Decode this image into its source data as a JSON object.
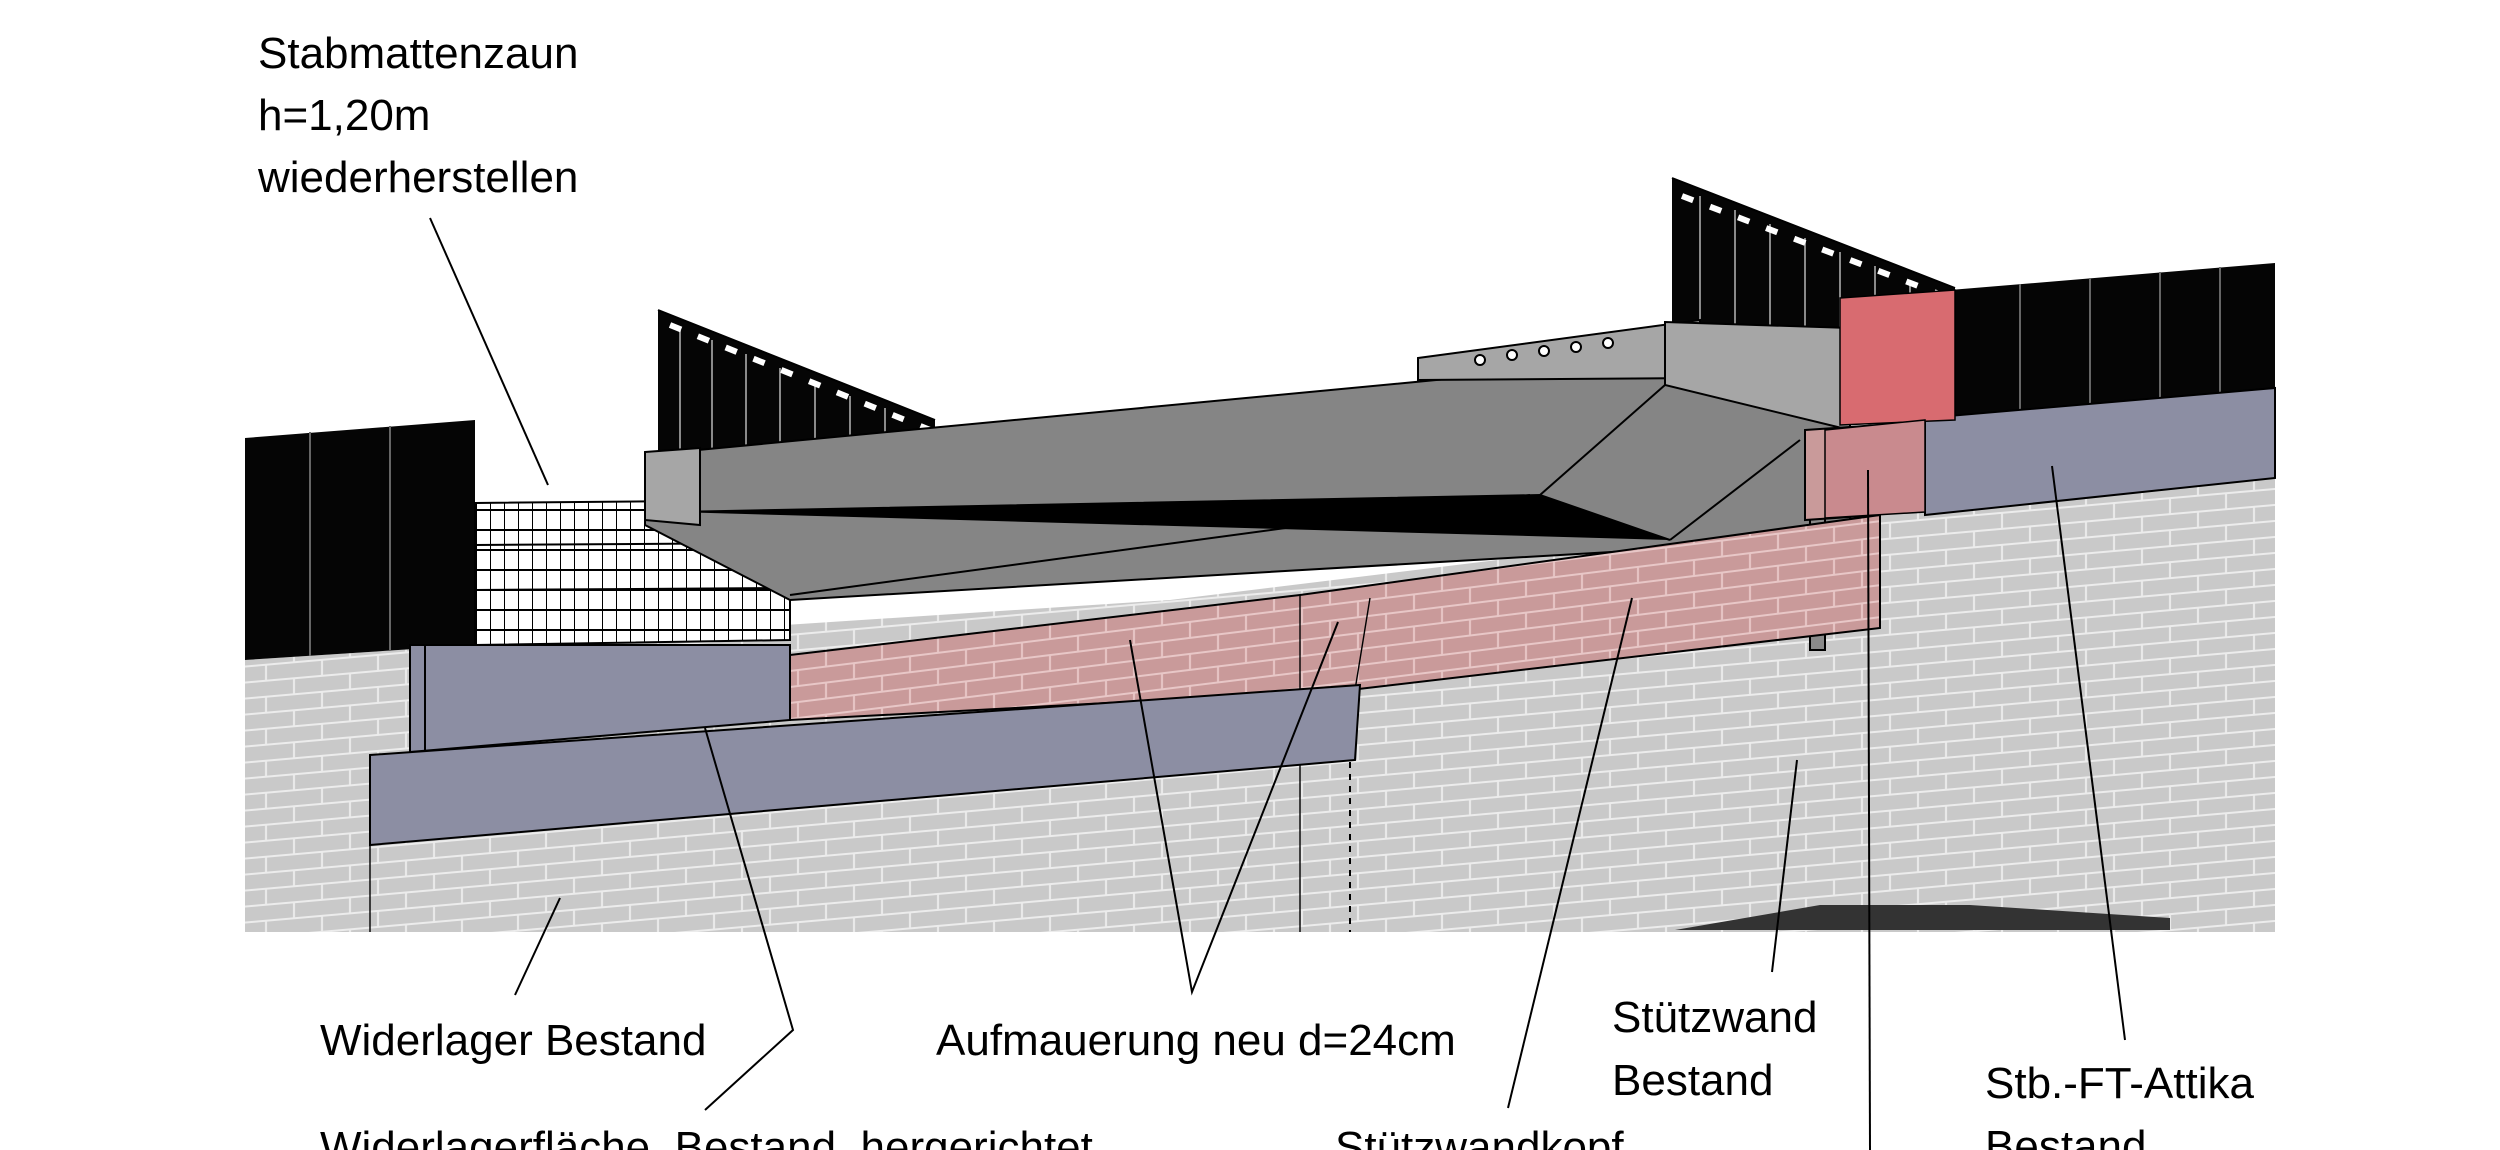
{
  "labels": {
    "fence": [
      "Stabmattenzaun",
      "h=1,20m",
      "wiederherstellen"
    ],
    "abutment": "Widerlager Bestand",
    "masonry": "Aufmauerung neu d=24cm",
    "retaining_wall": [
      "Stützwand",
      "Bestand"
    ],
    "attika": [
      "Stb.-FT-Attika",
      "Bestand"
    ],
    "abutment_surface": "Widerlagerfläche, Bestand, hergerichtet",
    "wall_head": "Stützwandkopf"
  },
  "colors": {
    "brick_grey": "#c9c9c9",
    "brick_red": "#c99a9a",
    "bearing_blue": "#8c8ea3",
    "deck_grey": "#858585",
    "deck_light": "#a6a6a6",
    "attika_red": "#d86b70",
    "panel_black": "#050505",
    "background": "#ffffff"
  }
}
